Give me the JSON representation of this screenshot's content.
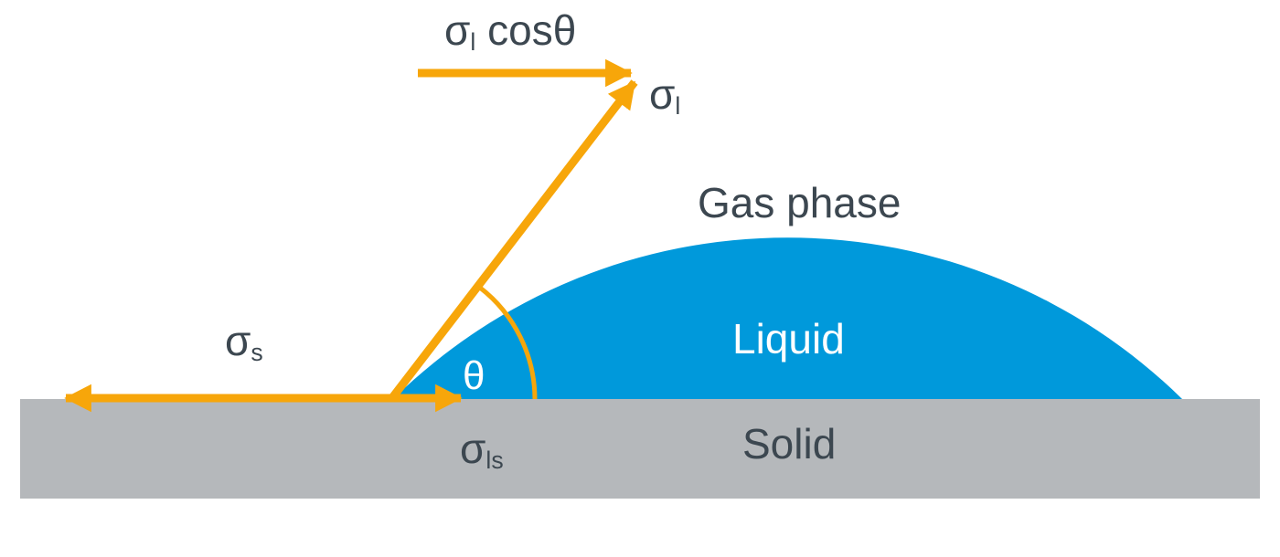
{
  "diagram": {
    "description": "Contact angle of a liquid drop on a solid surface with surface tension vectors",
    "labels": {
      "sigma_l_cos_theta": {
        "base": "σ",
        "sub": "l",
        "suffix": " cosθ"
      },
      "sigma_l": {
        "base": "σ",
        "sub": "l",
        "suffix": ""
      },
      "sigma_s": {
        "base": "σ",
        "sub": "s",
        "suffix": ""
      },
      "sigma_ls": {
        "base": "σ",
        "sub": "ls",
        "suffix": ""
      },
      "theta": "θ",
      "gas_phase": "Gas phase",
      "liquid": "Liquid",
      "solid": "Solid"
    },
    "colors": {
      "liquid_fill": "#0099DB",
      "solid_fill": "#B5B8BB",
      "arrow": "#F7A60A",
      "label_text": "#3C4750",
      "on_liquid_text": "#FFFFFF",
      "background": "#FFFFFF"
    }
  }
}
